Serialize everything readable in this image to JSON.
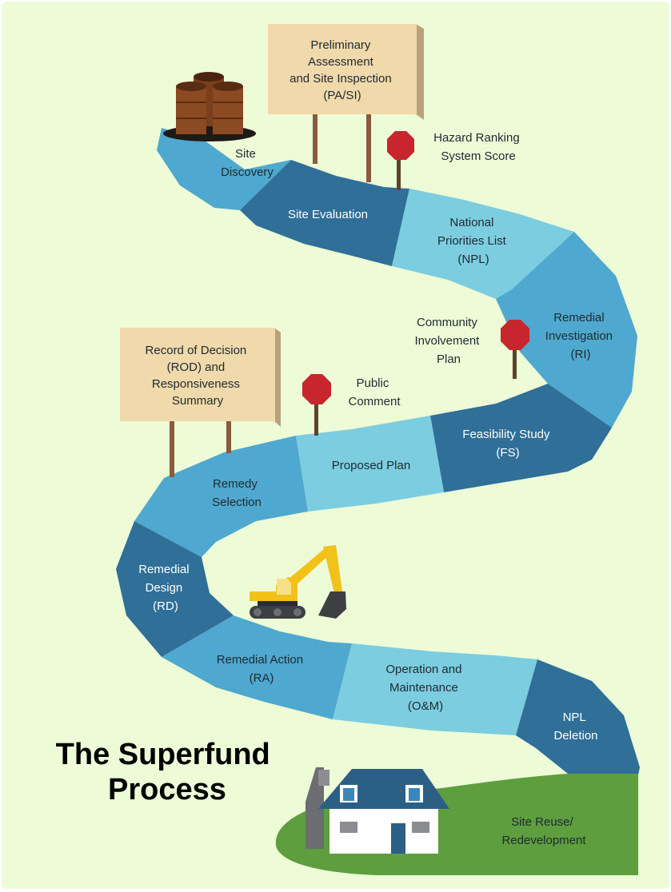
{
  "title": [
    "The Superfund",
    "Process"
  ],
  "steps": {
    "site_discovery": [
      "Site",
      "Discovery"
    ],
    "site_evaluation": [
      "Site Evaluation"
    ],
    "npl": [
      "National",
      "Priorities List",
      "(NPL)"
    ],
    "remedial_investigation": [
      "Remedial",
      "Investigation",
      "(RI)"
    ],
    "feasibility_study": [
      "Feasibility Study",
      "(FS)"
    ],
    "proposed_plan": [
      "Proposed Plan"
    ],
    "remedy_selection": [
      "Remedy",
      "Selection"
    ],
    "remedial_design": [
      "Remedial",
      "Design",
      "(RD)"
    ],
    "remedial_action": [
      "Remedial Action",
      "(RA)"
    ],
    "operation_maintenance": [
      "Operation and",
      "Maintenance",
      "(O&M)"
    ],
    "npl_deletion": [
      "NPL",
      "Deletion"
    ],
    "site_reuse": [
      "Site Reuse/",
      "Redevelopment"
    ]
  },
  "signs": {
    "pa_si": [
      "Preliminary",
      "Assessment",
      "and Site Inspection",
      "(PA/SI)"
    ],
    "rod": [
      "Record of Decision",
      "(ROD) and",
      "Responsiveness",
      "Summary"
    ]
  },
  "stops": {
    "hrs": [
      "Hazard Ranking",
      "System Score"
    ],
    "community": [
      "Community",
      "Involvement",
      "Plan"
    ],
    "public_comment": [
      "Public",
      "Comment"
    ]
  },
  "icons": [
    "oil-barrels-icon",
    "stop-sign-icon",
    "excavator-icon",
    "house-icon"
  ],
  "colors": {
    "background": "#edfbd7",
    "road_light": "#7ccde0",
    "road_mid": "#4fa8cf",
    "road_dark": "#2f6f98",
    "sign_board": "#f0d9ab",
    "stop_red": "#c7262e",
    "grass": "#5e9e3e"
  }
}
